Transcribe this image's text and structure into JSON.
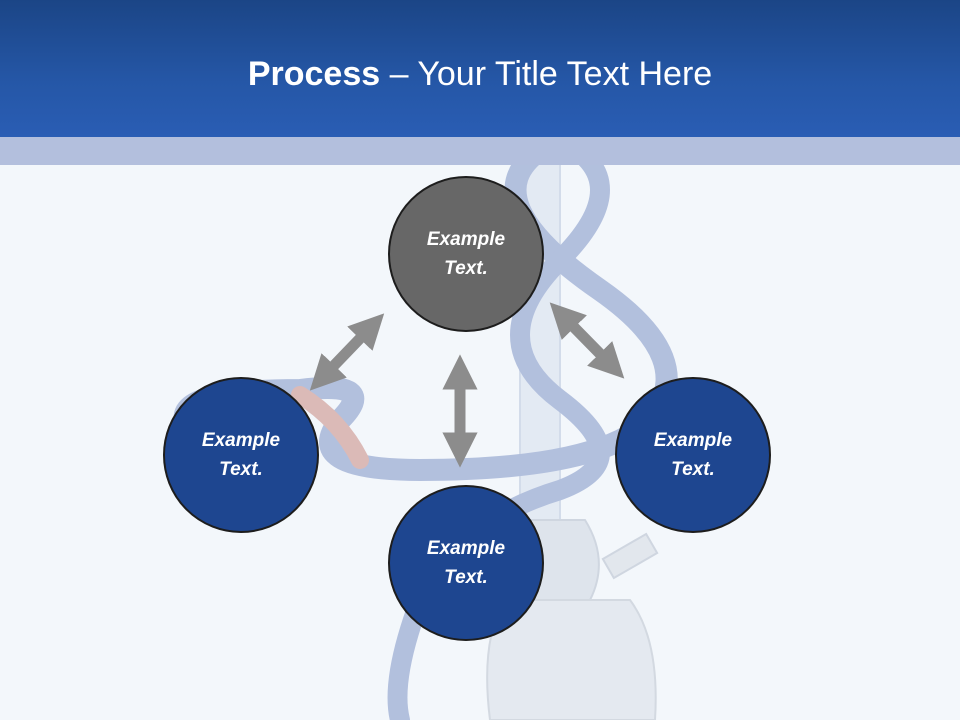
{
  "title": {
    "bold": "Process",
    "rest": " – Your Title Text Here"
  },
  "nodes": {
    "top": {
      "text": "Example Text.",
      "color": "#676767"
    },
    "left": {
      "text": "Example Text.",
      "color": "#1e4690"
    },
    "right": {
      "text": "Example Text.",
      "color": "#1e4690"
    },
    "bottom": {
      "text": "Example Text.",
      "color": "#1e4690"
    }
  },
  "colors": {
    "header": "#2557a7",
    "band": "#b3bfdd",
    "arrow": "#8c8c8c",
    "background": "#f3f7fb"
  },
  "arrows": [
    "double-arrow",
    "double-arrow",
    "double-arrow"
  ]
}
